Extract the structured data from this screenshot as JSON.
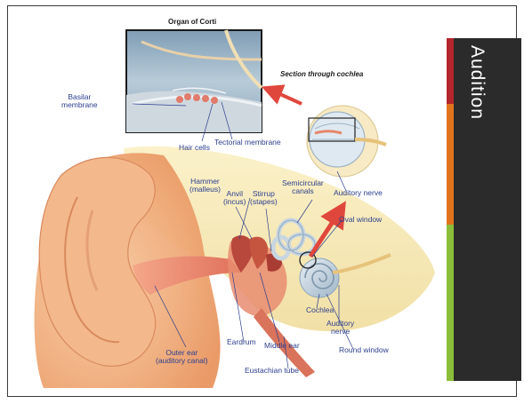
{
  "slide": {
    "title": "Audition",
    "accent_colors": {
      "red": "#b3262b",
      "orange": "#e0741d",
      "green": "#8bbd3a",
      "panel": "#2b2b2b"
    }
  },
  "diagram": {
    "inset_title": "Organ of Corti",
    "section_title": "Section through cochlea",
    "labels": {
      "basilar_line1": "Basilar",
      "basilar_line2": "membrane",
      "hair_cells": "Hair cells",
      "tectorial": "Tectorial membrane",
      "hammer_line1": "Hammer",
      "hammer_line2": "(malleus)",
      "anvil_line1": "Anvil",
      "anvil_line2": "(incus)",
      "stirrup_line1": "Stirrup",
      "stirrup_line2": "(stapes)",
      "semicircular_line1": "Semicircular",
      "semicircular_line2": "canals",
      "auditory_nerve_top": "Auditory nerve",
      "oval_window": "Oval window",
      "cochlea": "Cochlea",
      "auditory_nerve_line1": "Auditory",
      "auditory_nerve_line2": "nerve",
      "outer_ear_line1": "Outer ear",
      "outer_ear_line2": "(auditory canal)",
      "eardrum": "Eardrum",
      "middle_ear": "Middle ear",
      "round_window": "Round window",
      "eustachian": "Eustachian tube"
    }
  }
}
